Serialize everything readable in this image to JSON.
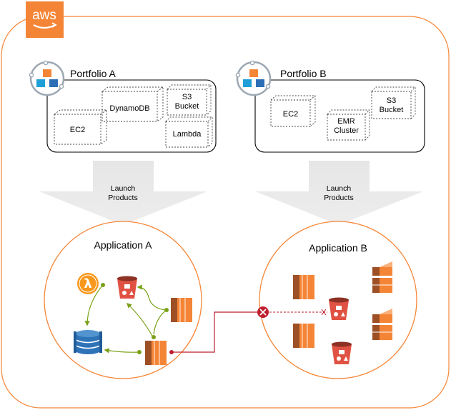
{
  "logo": {
    "text": "aws",
    "color": "#F58536"
  },
  "colors": {
    "accent_orange": "#F58536",
    "arrow_green": "#7AA116",
    "connector_red": "#BE1E2D",
    "lambda": "#F7981D",
    "dynamodb": "#2E73B8",
    "box_stroke": "#000000"
  },
  "portfolios": [
    {
      "title": "Portfolio A",
      "products": [
        "EC2",
        "DynamoDB",
        "S3\nBucket",
        "Lambda"
      ]
    },
    {
      "title": "Portfolio B",
      "products": [
        "EC2",
        "EMR\nCluster",
        "S3\nBucket"
      ]
    }
  ],
  "launch_labels": [
    "Launch\nProducts",
    "Launch\nProducts"
  ],
  "applications": [
    {
      "title": "Application A",
      "icons": [
        "lambda-icon",
        "s3-bucket-icon",
        "dynamodb-icon",
        "ec2-instance-icon",
        "ec2-instance-icon"
      ]
    },
    {
      "title": "Application B",
      "icons": [
        "ec2-instance-icon",
        "ec2-instance-icon",
        "s3-bucket-icon",
        "s3-bucket-icon",
        "emr-cluster-icon",
        "emr-cluster-icon"
      ]
    }
  ]
}
